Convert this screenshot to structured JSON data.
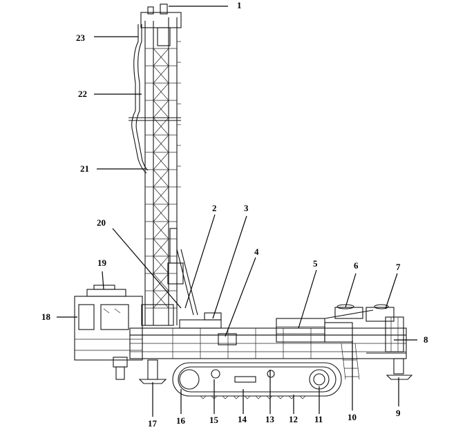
{
  "diagram": {
    "callouts": [
      {
        "id": "1",
        "text": "1"
      },
      {
        "id": "2",
        "text": "2"
      },
      {
        "id": "3",
        "text": "3"
      },
      {
        "id": "4",
        "text": "4"
      },
      {
        "id": "5",
        "text": "5"
      },
      {
        "id": "6",
        "text": "6"
      },
      {
        "id": "7",
        "text": "7"
      },
      {
        "id": "8",
        "text": "8"
      },
      {
        "id": "9",
        "text": "9"
      },
      {
        "id": "10",
        "text": "10"
      },
      {
        "id": "11",
        "text": "11"
      },
      {
        "id": "12",
        "text": "12"
      },
      {
        "id": "13",
        "text": "13"
      },
      {
        "id": "14",
        "text": "14"
      },
      {
        "id": "15",
        "text": "15"
      },
      {
        "id": "16",
        "text": "16"
      },
      {
        "id": "17",
        "text": "17"
      },
      {
        "id": "18",
        "text": "18"
      },
      {
        "id": "19",
        "text": "19"
      },
      {
        "id": "20",
        "text": "20"
      },
      {
        "id": "21",
        "text": "21"
      },
      {
        "id": "22",
        "text": "22"
      },
      {
        "id": "23",
        "text": "23"
      }
    ]
  }
}
